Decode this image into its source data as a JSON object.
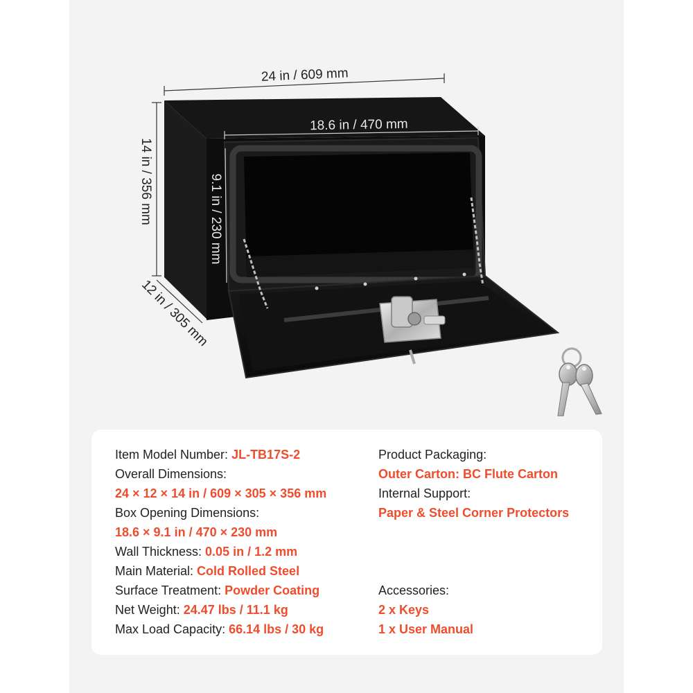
{
  "dimensions": {
    "width_label": "24 in / 609 mm",
    "height_label": "14 in / 356 mm",
    "depth_label": "12 in / 305 mm",
    "opening_width_label": "18.6 in / 470 mm",
    "opening_height_label": "9.1 in / 230 mm"
  },
  "specs_left": [
    {
      "label": "Item Model Number: ",
      "value": "JL-TB17S-2"
    },
    {
      "label": "Overall Dimensions:",
      "value": ""
    },
    {
      "label": "",
      "value": "24 × 12 × 14 in / 609 × 305 × 356 mm"
    },
    {
      "label": "Box Opening Dimensions:",
      "value": ""
    },
    {
      "label": "",
      "value": "18.6 × 9.1 in / 470 × 230 mm"
    },
    {
      "label": "Wall Thickness: ",
      "value": "0.05 in / 1.2 mm"
    },
    {
      "label": "Main Material: ",
      "value": "Cold Rolled Steel"
    },
    {
      "label": "Surface Treatment: ",
      "value": "Powder Coating"
    },
    {
      "label": "Net Weight: ",
      "value": "24.47 lbs / 11.1 kg"
    },
    {
      "label": "Max Load Capacity: ",
      "value": "66.14 lbs / 30 kg"
    }
  ],
  "specs_right": {
    "packaging_label": "Product Packaging:",
    "packaging_value": "Outer Carton: BC Flute Carton",
    "support_label": "Internal Support:",
    "support_value": "Paper & Steel Corner Protectors",
    "accessories_label": "Accessories:",
    "accessories_items": [
      "2 x Keys",
      "1 x User Manual"
    ]
  },
  "colors": {
    "accent": "#ee4d2d",
    "text": "#222222",
    "panel_bg": "#f3f3f3",
    "box": "#111111"
  }
}
